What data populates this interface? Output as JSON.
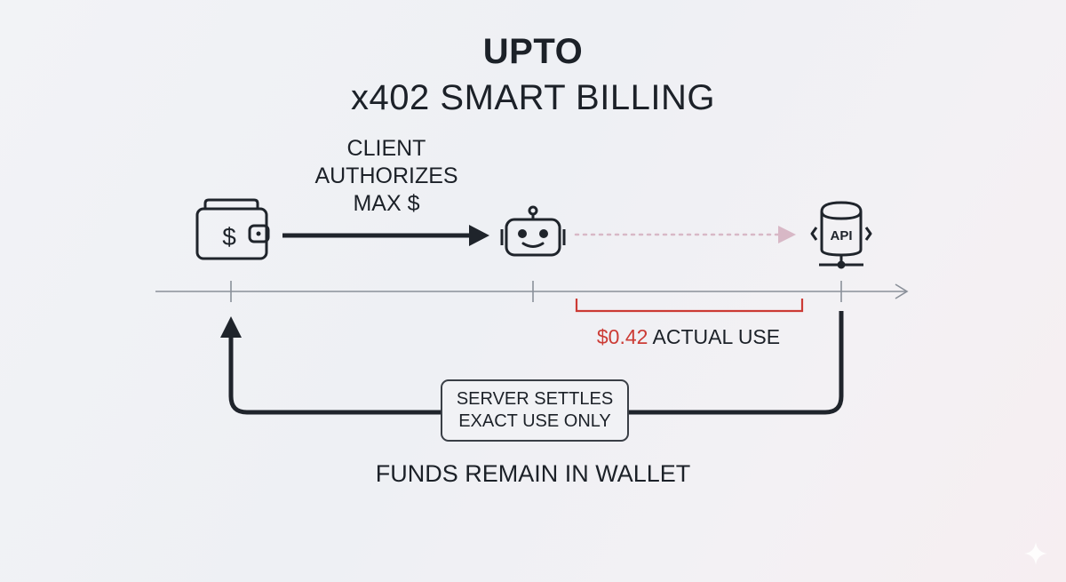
{
  "title": "UPTO",
  "subtitle": "x402 SMART BILLING",
  "authorize_label": "CLIENT\nAUTHORIZES\nMAX $",
  "wallet_symbol": "$",
  "api_label": "API",
  "actual_use": {
    "amount": "$0.42",
    "text": " ACTUAL USE"
  },
  "settle_label": "SERVER SETTLES\nEXACT USE ONLY",
  "funds_label": "FUNDS REMAIN IN WALLET",
  "icons": [
    "wallet-icon",
    "robot-icon",
    "api-server-icon",
    "sparkle-icon"
  ],
  "colors": {
    "text": "#1c2128",
    "accent_red": "#cc3b35",
    "dotted_arrow": "#d8b8c6",
    "axis": "#8a9099"
  }
}
